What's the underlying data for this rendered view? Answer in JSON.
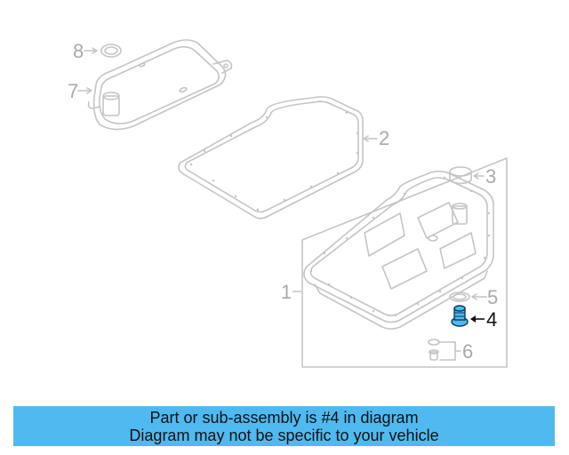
{
  "diagram": {
    "colors": {
      "line": "#c4c4c4",
      "label": "#a9a9a9",
      "highlight_label": "#111111",
      "highlight_fill": "#4fbaf0",
      "highlight_stroke": "#0a3a5a"
    },
    "callouts": [
      {
        "number": "1",
        "part": "oil-pan-assembly",
        "highlighted": false
      },
      {
        "number": "2",
        "part": "pan-gasket",
        "highlighted": false
      },
      {
        "number": "3",
        "part": "plug-cap",
        "highlighted": false
      },
      {
        "number": "4",
        "part": "drain-plug",
        "highlighted": true
      },
      {
        "number": "5",
        "part": "seal-washer",
        "highlighted": false
      },
      {
        "number": "6",
        "part": "fill-plug-with-seal",
        "highlighted": false
      },
      {
        "number": "7",
        "part": "filter",
        "highlighted": false
      },
      {
        "number": "8",
        "part": "o-ring",
        "highlighted": false
      }
    ]
  },
  "banner": {
    "line1": "Part or sub-assembly is #4 in diagram",
    "line2": "Diagram may not be specific to your vehicle",
    "background": "#4fbaf0"
  }
}
